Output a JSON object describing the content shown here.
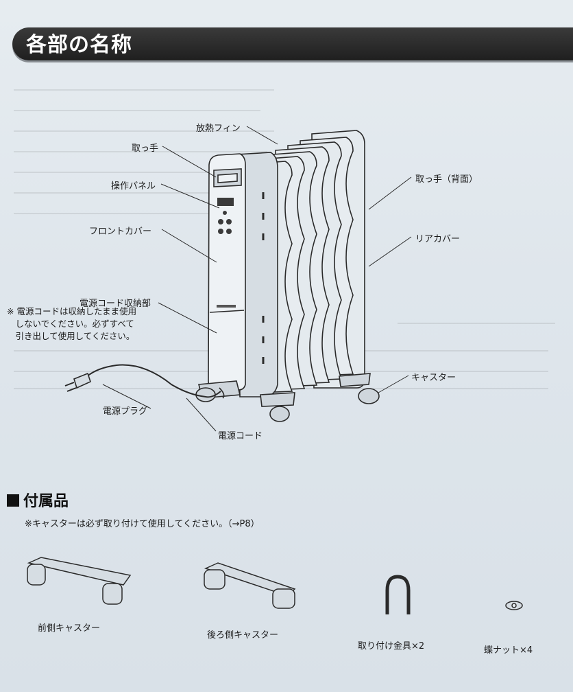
{
  "section_title": "各部の名称",
  "parts": {
    "heat_fins": "放熱フィン",
    "handle": "取っ手",
    "control_panel": "操作パネル",
    "front_cover": "フロントカバー",
    "cord_storage": "電源コード収納部",
    "cord_storage_note": "※ 電源コードは収納したまま使用\n　しないでください。必ずすべて\n　引き出して使用してください。",
    "plug": "電源プラグ",
    "cord": "電源コード",
    "handle_rear": "取っ手（背面）",
    "rear_cover": "リアカバー",
    "caster": "キャスター"
  },
  "accessories": {
    "heading": "付属品",
    "note": "※キャスターは必ず取り付けて使用してください。（→P8）",
    "items": [
      {
        "label": "前側キャスター"
      },
      {
        "label": "後ろ側キャスター"
      },
      {
        "label": "取り付け金具×2"
      },
      {
        "label": "蝶ナット×4"
      }
    ]
  }
}
